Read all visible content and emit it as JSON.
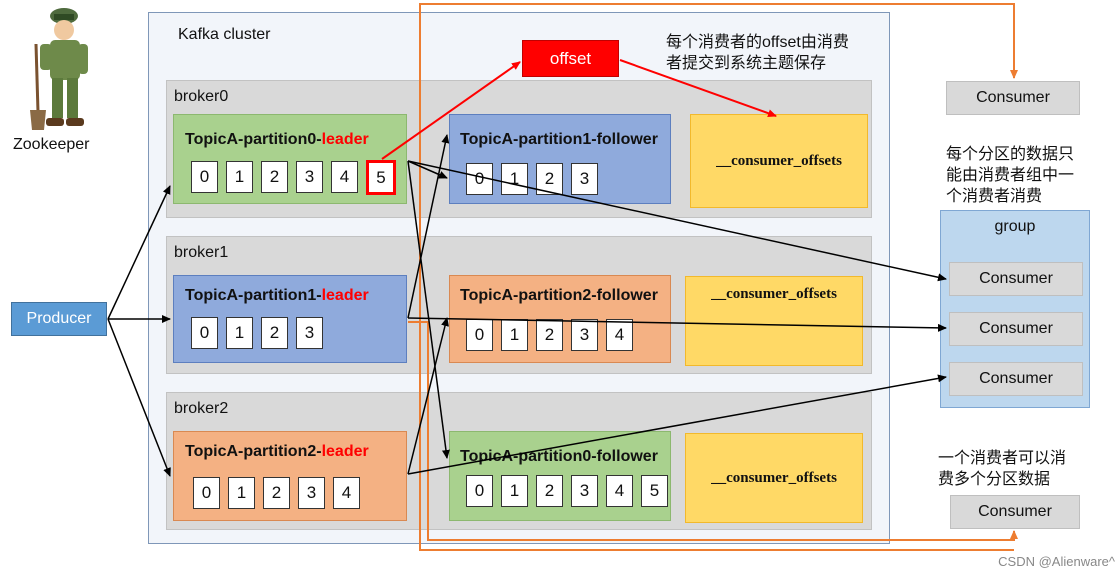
{
  "cluster": {
    "label": "Kafka cluster"
  },
  "brokers": [
    {
      "label": "broker0",
      "leader": {
        "title": "TopicA-partition0-",
        "role": "leader",
        "cells": [
          "0",
          "1",
          "2",
          "3",
          "4",
          "5"
        ]
      },
      "follower": {
        "title": "TopicA-partition1-follower",
        "cells": [
          "0",
          "1",
          "2",
          "3"
        ]
      },
      "offsets_label": "__consumer_offsets"
    },
    {
      "label": "broker1",
      "leader": {
        "title": "TopicA-partition1-",
        "role": "leader",
        "cells": [
          "0",
          "1",
          "2",
          "3"
        ]
      },
      "follower": {
        "title": "TopicA-partition2-follower",
        "cells": [
          "0",
          "1",
          "2",
          "3",
          "4"
        ]
      },
      "offsets_label": "__consumer_offsets"
    },
    {
      "label": "broker2",
      "leader": {
        "title": "TopicA-partition2-",
        "role": "leader",
        "cells": [
          "0",
          "1",
          "2",
          "3",
          "4"
        ]
      },
      "follower": {
        "title": "TopicA-partition0-follower",
        "cells": [
          "0",
          "1",
          "2",
          "3",
          "4",
          "5"
        ]
      },
      "offsets_label": "__consumer_offsets"
    }
  ],
  "zookeeper": {
    "label": "Zookeeper"
  },
  "producer": {
    "label": "Producer"
  },
  "offset_box": {
    "label": "offset"
  },
  "notes": {
    "offset_note_line1": "每个消费者的offset由消费",
    "offset_note_line2": "者提交到系统主题保存",
    "partition_note_line1": "每个分区的数据只",
    "partition_note_line2": "能由消费者组中一",
    "partition_note_line3": "个消费者消费",
    "multi_note_line1": "一个消费者可以消",
    "multi_note_line2": "费多个分区数据"
  },
  "consumers": {
    "top": "Consumer",
    "group_label": "group",
    "group_members": [
      "Consumer",
      "Consumer",
      "Consumer"
    ],
    "bottom": "Consumer"
  },
  "watermark": "CSDN @Alienware^",
  "colors": {
    "leader_text": "#ff0000",
    "partition_green": "#a9d18e",
    "partition_blue": "#8faadc",
    "partition_orange": "#f4b183",
    "offsets_yellow": "#ffd966",
    "producer_blue": "#5b9bd5",
    "group_blue": "#bdd7ee",
    "orange_line": "#ed7d31",
    "red_arrow": "#ff0000"
  }
}
